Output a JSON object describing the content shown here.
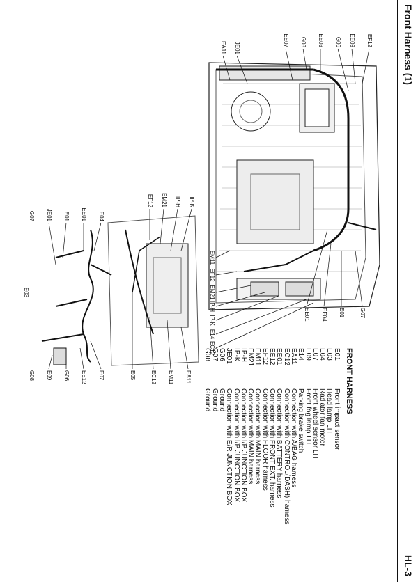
{
  "header": {
    "title": "Front Harness (1)",
    "page": "HL-3"
  },
  "diagram": {
    "callouts_left": [
      "EF12",
      "EE09",
      "G06",
      "EE03",
      "G08",
      "EE07",
      "G07",
      "E01",
      "EE04",
      "EE01",
      "JE01",
      "EA11",
      "EM11",
      "EF12",
      "EM21",
      "IP-H",
      "IP-K",
      "E14",
      "EC12"
    ],
    "callouts_detail_top": [
      "IP-K",
      "IP-H",
      "EM21",
      "EF12",
      "EA11",
      "EM11",
      "EC12",
      "E05"
    ],
    "callouts_detail_bottom": [
      "E04",
      "EE01",
      "E01",
      "JE01",
      "E07",
      "EE12",
      "G06",
      "E09",
      "G07",
      "E03",
      "G08"
    ]
  },
  "legend": {
    "title": "FRONT HARNESS",
    "items": [
      {
        "code": "E01",
        "desc": "Front impact sensor"
      },
      {
        "code": "E03",
        "desc": "Head lamp LH"
      },
      {
        "code": "E04",
        "desc": "Radiator fan motor"
      },
      {
        "code": "E07",
        "desc": "Front wheel sensor LH"
      },
      {
        "code": "E09",
        "desc": "Front fog lamp LH"
      },
      {
        "code": "E14",
        "desc": "Parking brake switch"
      },
      {
        "code": "EA11",
        "desc": "Connection with A/BAG harness"
      },
      {
        "code": "EC12",
        "desc": "Connection with CONTROL(DASH) harness"
      },
      {
        "code": "EE01",
        "desc": "Connection with BATTERY harness"
      },
      {
        "code": "EE12",
        "desc": "Connection with FRONT EXT. harness"
      },
      {
        "code": "EF12",
        "desc": "Connection with FLOOR harness"
      },
      {
        "code": "EM11",
        "desc": "Connection with MAIN harness"
      },
      {
        "code": "EM21",
        "desc": "Connection with MAIN harness"
      },
      {
        "code": "IP-H",
        "desc": "Connection with I/P JUNCTION BOX"
      },
      {
        "code": "IP-K",
        "desc": "Connection with I/P JUNCTION BOX"
      },
      {
        "code": "JE01",
        "desc": "Connection with E/R JUNCTION BOX"
      },
      {
        "code": "G06",
        "desc": "Ground"
      },
      {
        "code": "G07",
        "desc": "Ground"
      },
      {
        "code": "G08",
        "desc": "Ground"
      }
    ]
  }
}
